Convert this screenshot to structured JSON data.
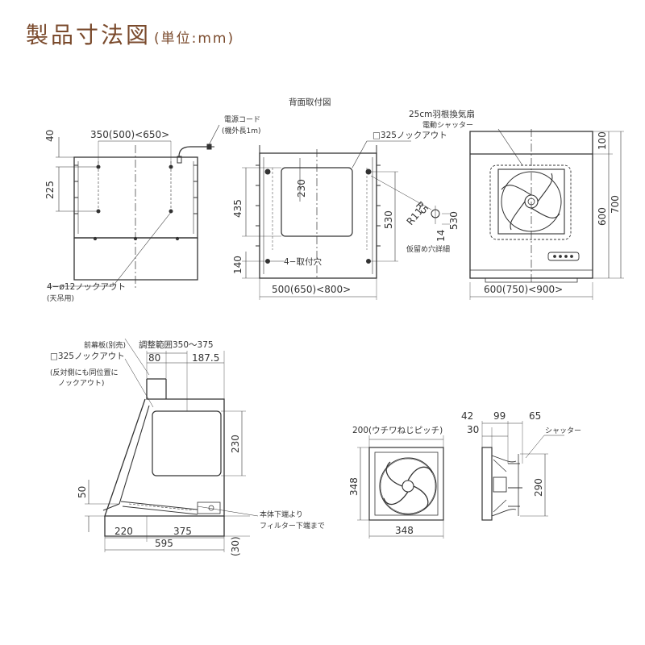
{
  "title": {
    "main": "製品寸法図",
    "unit": "(単位:mm)"
  },
  "views": {
    "back_mount_title": "背面取付図",
    "side1": {
      "d40": "40",
      "d350": "350(500)<650>",
      "d225": "225",
      "power_cord_1": "電源コード",
      "power_cord_2": "(機外長1m)",
      "knockout_1": "4−ø12ノックアウト",
      "knockout_2": "(天吊用)"
    },
    "back": {
      "d325": "□325ノックアウト",
      "d230": "230",
      "d435": "435",
      "d530": "530",
      "d140": "140",
      "holes": "4−取付穴",
      "d500": "500(650)<800>",
      "r5": "R5",
      "r11": "R11",
      "d14": "14",
      "d530b": "530",
      "hole_detail": "仮留め穴詳細"
    },
    "front": {
      "fan_1": "25cm羽根換気扇",
      "fan_2": "電動シャッター",
      "d100": "100",
      "d600": "600",
      "d700": "700",
      "d600w": "600(750)<900>"
    },
    "side2": {
      "panel": "前幕板(別売)",
      "adjust": "調整範囲350〜375",
      "knock_1": "□325ノックアウト",
      "knock_2": "(反対側にも同位置に",
      "knock_3": "ノックアウト)",
      "d80": "80",
      "d1875": "187.5",
      "d230": "230",
      "d50": "50",
      "d220": "220",
      "d375": "375",
      "d595": "595",
      "d30": "(30)",
      "note_1": "本体下端より",
      "note_2": "フィルター下端まで"
    },
    "fan_front": {
      "pitch": "200(ウチワねじピッチ)",
      "d348h": "348",
      "d348w": "348"
    },
    "fan_side": {
      "d42": "42",
      "d99": "99",
      "d65": "65",
      "d30": "30",
      "shutter": "シャッター",
      "d290": "290"
    }
  }
}
